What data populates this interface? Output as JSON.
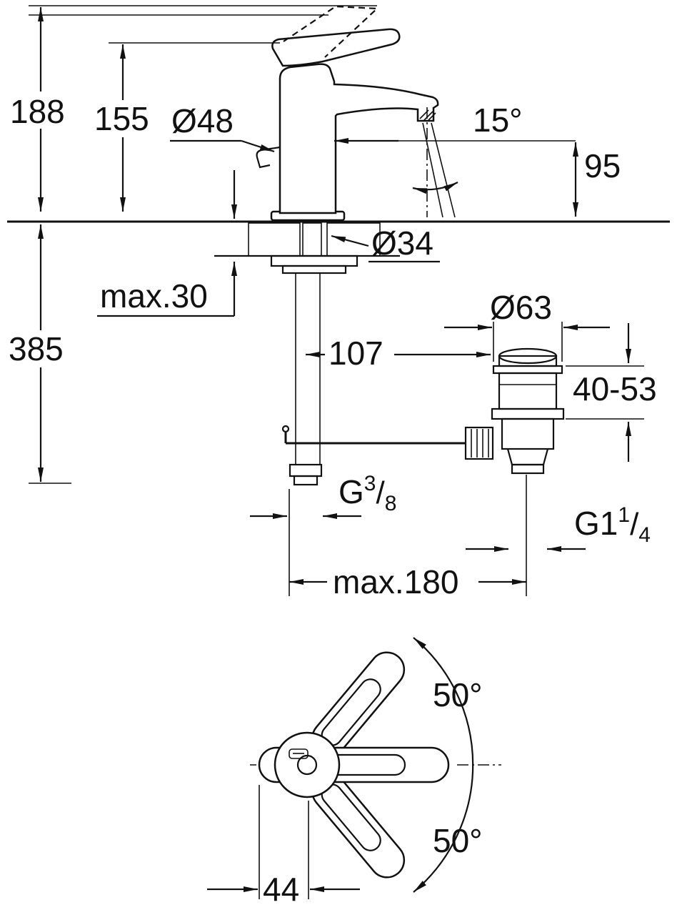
{
  "colors": {
    "line": "#111111",
    "background": "#ffffff"
  },
  "drawing": {
    "side_view": {
      "overall_height": "188",
      "spout_top_height": "155",
      "body_diameter": "Ø48",
      "spray_angle": "15°",
      "spout_outlet_height": "95",
      "max_deck_thickness": "max.30",
      "hole_diameter": "Ø34",
      "total_depth": "385",
      "drain_offset": "107",
      "waste_flange_diameter": "Ø63",
      "waste_deck_range": "40-53",
      "supply_thread": {
        "prefix": "G",
        "numerator": "3",
        "slash": "/",
        "denominator": "8"
      },
      "waste_thread": {
        "prefix": "G1",
        "numerator": "1",
        "slash": "/",
        "denominator": "4"
      },
      "max_install_width": "max.180"
    },
    "top_view": {
      "handle_swing_up": "50°",
      "handle_swing_down": "50°",
      "handle_offset": "44"
    }
  }
}
